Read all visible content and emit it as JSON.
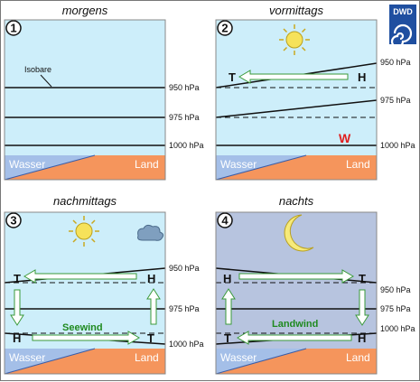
{
  "panels": {
    "p1": {
      "number": "1",
      "title": "morgens",
      "isobare_label": "Isobare",
      "water": "Wasser",
      "land": "Land"
    },
    "p2": {
      "number": "2",
      "title": "vormittags",
      "low": "T",
      "high": "H",
      "warm": "W",
      "water": "Wasser",
      "land": "Land"
    },
    "p3": {
      "number": "3",
      "title": "nachmittags",
      "top_low": "T",
      "top_high": "H",
      "bottom_high": "H",
      "bottom_low": "T",
      "wind": "Seewind",
      "water": "Wasser",
      "land": "Land"
    },
    "p4": {
      "number": "4",
      "title": "nachts",
      "top_high": "H",
      "top_low": "T",
      "bottom_low": "T",
      "bottom_high": "H",
      "wind": "Landwind",
      "water": "Wasser",
      "land": "Land"
    }
  },
  "pressure_labels": {
    "p950": "950 hPa",
    "p975": "975 hPa",
    "p1000": "1000 hPa"
  },
  "logo": {
    "text": "DWD"
  },
  "colors": {
    "sky_day": "#cdeefa",
    "sky_night": "#b7c4df",
    "water": "#a4bfe8",
    "land": "#f5955c",
    "arrow_fill": "#ffffff",
    "arrow_stroke": "#3a9a3a",
    "sun": "#f6e25a",
    "moon": "#f6ea7a",
    "cloud": "#7f9fbf",
    "warm": "#e02020",
    "wind_text": "#1f8a1f"
  }
}
